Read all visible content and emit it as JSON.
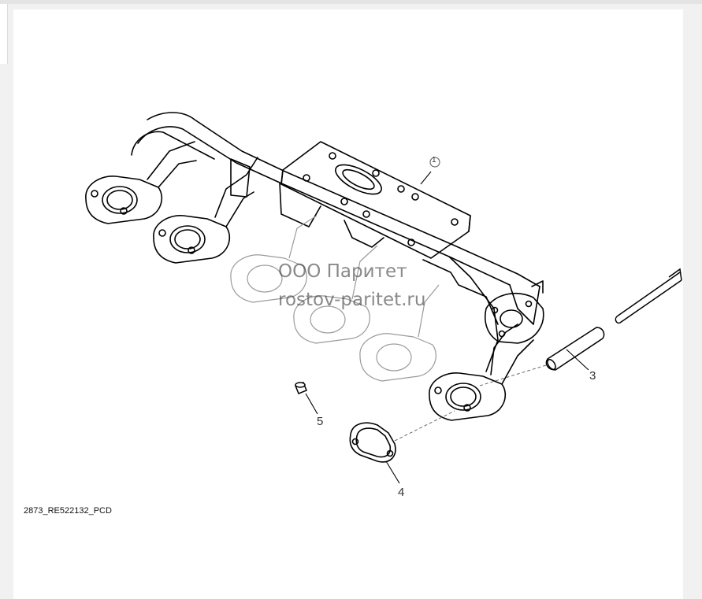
{
  "diagram": {
    "drawing_code": "2873_RE522132_PCD",
    "callouts": [
      "1",
      "3",
      "4",
      "5"
    ],
    "watermark": {
      "line1": "ООО Паритет",
      "line2": "rostov-paritet.ru"
    }
  }
}
